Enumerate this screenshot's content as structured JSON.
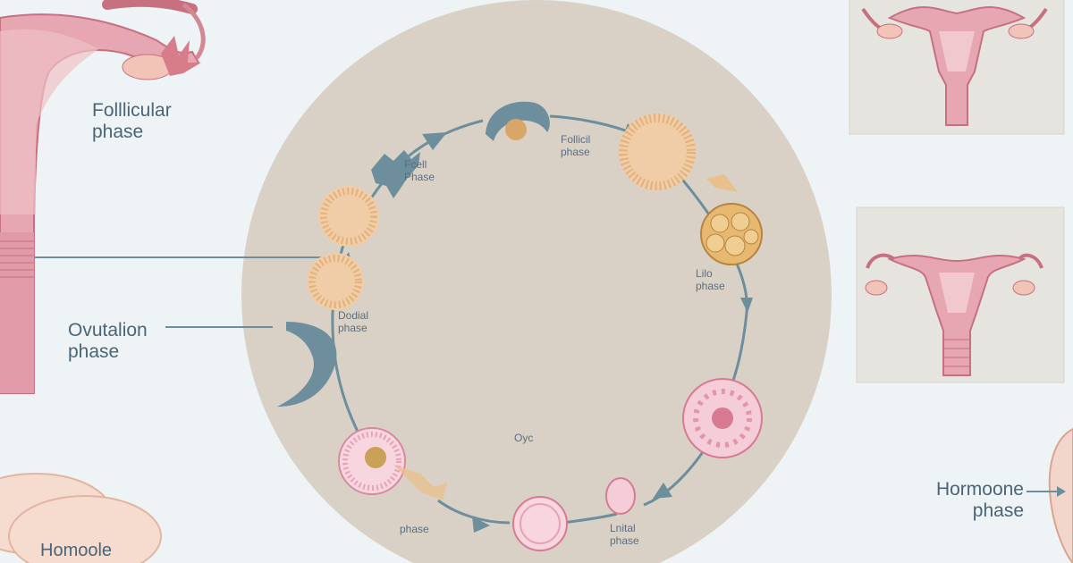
{
  "labels": {
    "follicular_phase_left": "Folllicular phase",
    "ovulation_phase_left": "Ovutalion phase",
    "hormoone_phase_right": "Hormoone phase",
    "homoole_bottom_left": "Homoole",
    "cycle_center": "Oyc",
    "cycle_ring": {
      "top_left": "Fcell Phase",
      "top_right": "Follicil phase",
      "right": "Lilo phase",
      "left": "Dodial phase",
      "bottom_left": "phase",
      "bottom_right": "Lnital phase"
    }
  },
  "colors": {
    "background": "#eef3f5",
    "circle_fill": "#d9d1c6",
    "arrow": "#6d8e9c",
    "uterus": "#e4a2ae",
    "uterus_stroke": "#c7707f",
    "follicle_peach": "#f0cda6",
    "follicle_pink": "#f5cdd8",
    "text": "#4a6478"
  },
  "icons": [
    "uterus-illustration",
    "follicle-cell",
    "oocyte",
    "corpus-luteum",
    "arrow"
  ]
}
